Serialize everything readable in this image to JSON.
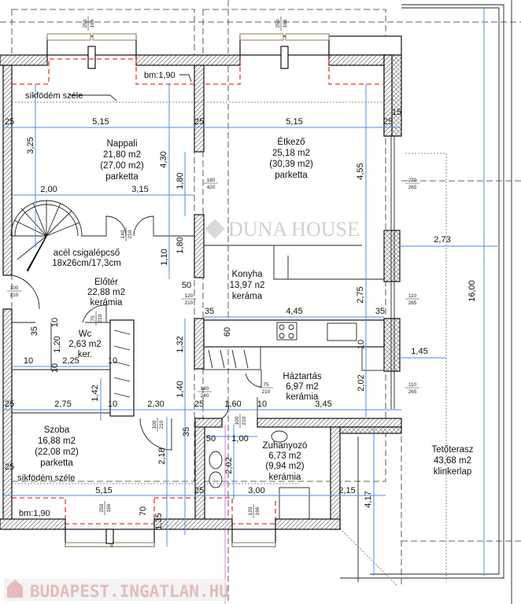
{
  "rooms": {
    "nappali": {
      "name": "Nappali",
      "area": "21,80 m2",
      "gross": "(27,00 m2)",
      "floor": "parketta"
    },
    "etkezo": {
      "name": "Étkező",
      "area": "25,18 m2",
      "gross": "(30,39 m2)",
      "floor": "parketta"
    },
    "lepcso": {
      "name": "acél csigalépcső",
      "size": "18x26cm/17,3cm"
    },
    "eloter": {
      "name": "Előtér",
      "area": "22,88 m2",
      "floor": "kerámia"
    },
    "konyha": {
      "name": "Konyha",
      "area": "13,97 n2",
      "floor": "keráma"
    },
    "wc": {
      "name": "Wc",
      "area": "2,63 m2",
      "floor": "ker."
    },
    "haztartas": {
      "name": "Háztartás",
      "area": "6,97 m2",
      "floor": "kerámia"
    },
    "szoba": {
      "name": "Szoba",
      "area": "16,88 m2",
      "gross": "(22,08 m2)",
      "floor": "parketta"
    },
    "zuhanyozo": {
      "name": "Zuhanyozó",
      "area": "6,73 m2",
      "gross": "(9,94 m2)",
      "floor": "kerámia"
    },
    "terasz": {
      "name": "Tetőterasz",
      "area": "43,68 m2",
      "floor": "klinkerlap"
    }
  },
  "notes": {
    "slab_edge_top": "síkfödém széle",
    "slab_edge_bottom": "síkfödém széle",
    "sill_top": "bm:1,90",
    "sill_bottom": "bm:1,90"
  },
  "dims": [
    "25",
    "5,15",
    "25",
    "5,15",
    "25",
    "15",
    "3,25",
    "4,30",
    "1,80",
    "2,00",
    "3,15",
    "4,55",
    "2,73",
    "1,10",
    "1,80",
    "50",
    "2,75",
    "16,00",
    "35",
    "4,45",
    "35",
    "60",
    "1,32",
    "10",
    "1,45",
    "35",
    "10",
    "1,20",
    "10",
    "2,25",
    "10",
    "10",
    "1,42",
    "1,40",
    "2,02",
    "25",
    "2,75",
    "10",
    "2,30",
    "25",
    "1,60",
    "10",
    "3,45",
    "35",
    "50",
    "1,00",
    "2,18",
    "2,02",
    "25",
    "5,15",
    "25",
    "3,00",
    "2,15",
    "4,17",
    "70",
    "1,35"
  ],
  "openings": [
    {
      "w": "250",
      "h": "166"
    },
    {
      "w": "250",
      "h": "166"
    },
    {
      "w": "180",
      "h": "420"
    },
    {
      "w": "270",
      "h": "265"
    },
    {
      "w": "140",
      "h": "210"
    },
    {
      "w": "100",
      "h": "210"
    },
    {
      "w": "75",
      "h": "210"
    },
    {
      "w": "120",
      "h": "210"
    },
    {
      "w": "110",
      "h": "265"
    },
    {
      "w": "110",
      "h": "265"
    },
    {
      "w": "140",
      "h": "240"
    },
    {
      "w": "75",
      "h": "210"
    },
    {
      "w": "100",
      "h": "210"
    },
    {
      "w": "100",
      "h": "210"
    },
    {
      "w": "250",
      "h": "166"
    },
    {
      "w": "120",
      "h": "166"
    }
  ],
  "watermarks": {
    "agency": "DUNA HOUSE",
    "portal": "BUDAPEST.INGATLAN.HU"
  },
  "colors": {
    "walls": "#111111",
    "dimension": "#4a8fe8",
    "window_zone": "#e53935",
    "watermark": "#d9a0a0"
  }
}
